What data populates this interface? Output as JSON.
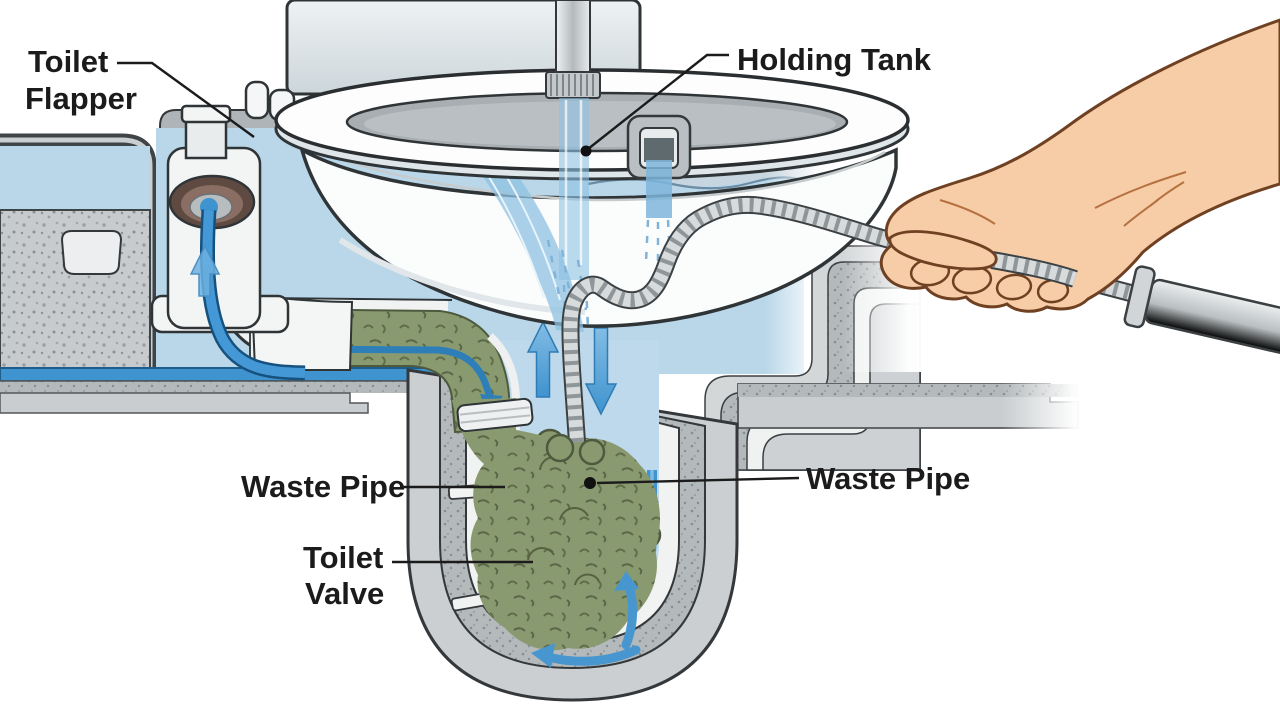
{
  "diagram": {
    "type": "cutaway-illustration",
    "subject": "toilet-drain-clog-with-auger-snake",
    "labels": {
      "toilet_flapper": {
        "line1": "Toilet",
        "line2": "Flapper"
      },
      "holding_tank": "Holding Tank",
      "waste_pipe_left": "Waste Pipe",
      "toilet_valve": {
        "line1": "Toilet",
        "line2": "Valve"
      },
      "waste_pipe_right": "Waste Pipe"
    },
    "colors": {
      "water_light": "#b9d7e9",
      "water_pale_band": "#c6d5df",
      "pipe_blue": "#3f93cf",
      "pipe_blue_dark": "#17517e",
      "clog_green": "#8a9a70",
      "clog_green_dark": "#4e5a3e",
      "wall_gray": "#cbd0d2",
      "speckle_gray": "#b6bbbd",
      "porcelain": "#fbfcfc",
      "metal": "#d8dbdc",
      "skin": "#f6cda6",
      "outline": "#2f3437",
      "label_text": "#1b1b1b"
    }
  }
}
